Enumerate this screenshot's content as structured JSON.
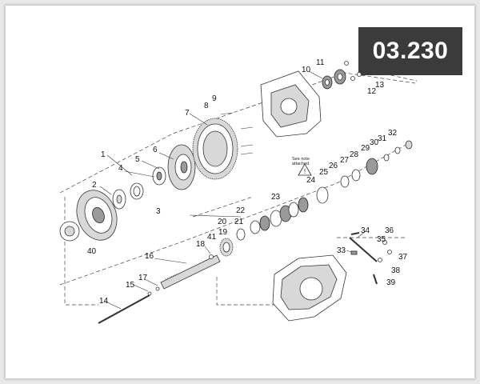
{
  "diagram_code": "03.230",
  "note_text": [
    "See note",
    "attached"
  ],
  "part_labels": [
    "1",
    "2",
    "3",
    "4",
    "5",
    "6",
    "7",
    "8",
    "9",
    "10",
    "11",
    "12",
    "13",
    "14",
    "15",
    "16",
    "17",
    "18",
    "19",
    "20",
    "21",
    "22",
    "23",
    "24",
    "25",
    "26",
    "27",
    "28",
    "29",
    "30",
    "31",
    "32",
    "33",
    "34",
    "35",
    "36",
    "37",
    "38",
    "39",
    "40",
    "41"
  ],
  "colors": {
    "badge_bg": "#3b3b3b",
    "badge_text": "#ffffff",
    "page_bg": "#e9e9e9"
  }
}
